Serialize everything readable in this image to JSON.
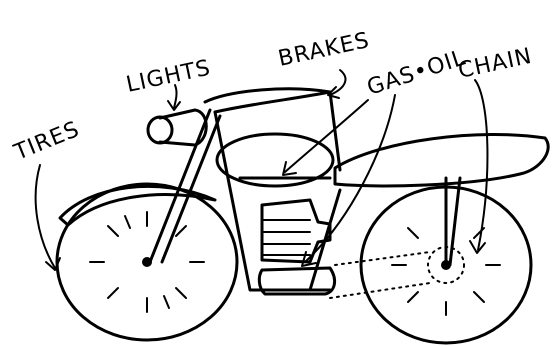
{
  "labels": {
    "tires": "TIRES",
    "lights": "LIGHTS",
    "brakes": "BRAKES",
    "gas_oil": "GAS•OIL",
    "chain": "CHAIN"
  }
}
